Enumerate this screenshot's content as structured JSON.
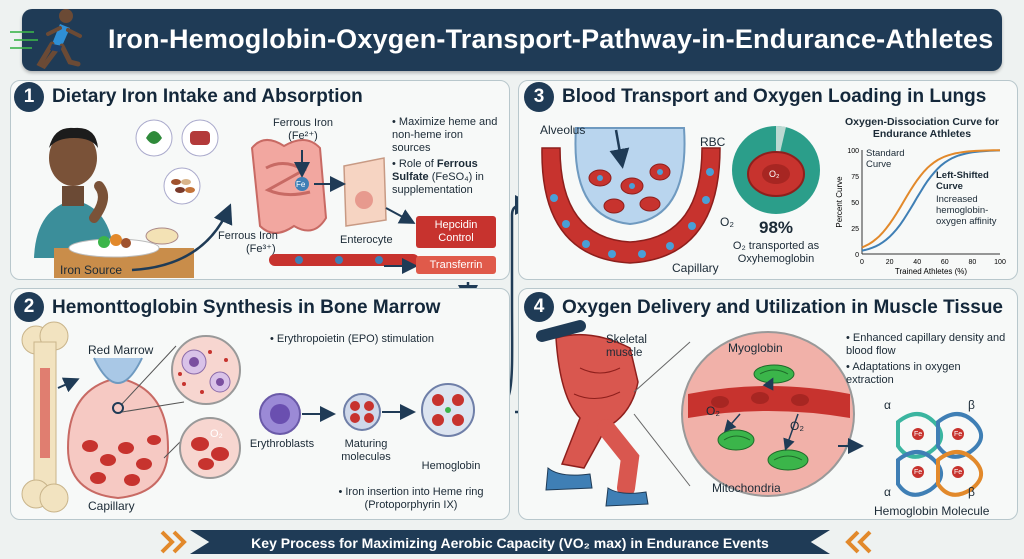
{
  "title": "Iron-Hemoglobin-Oxygen-Transport-Pathway-in-Endurance-Athletes",
  "panel1": {
    "number": "1",
    "title": "Dietary Iron Intake and Absorption",
    "ferrous_top": "Ferrous Iron",
    "ferrous_top_formula": "(Fe²⁺)",
    "fe_label": "Fe",
    "ferrous_bottom": "Ferrous Iron",
    "ferrous_bottom_formula": "(Fe³⁺)",
    "enterocyte": "Enterocyte",
    "iron_source": "Iron Source",
    "hepcidin": "Hepcidin Control",
    "transferrin": "Transferrin",
    "bullet1": "Maximize heme and non-heme iron sources",
    "bullet2_pre": "Role of ",
    "bullet2_bold": "Ferrous Sulfate",
    "bullet2_post": " (FeSO₄) in supplementation"
  },
  "panel2": {
    "number": "2",
    "title": "Hemonttoglobin Synthesis in Bone Marrow",
    "red_marrow": "Red Marrow",
    "capillary": "Capillary",
    "o2": "O₂",
    "epo": "Erythropoietin (EPO) stimulation",
    "erythroblasts": "Erythroblasts",
    "maturing": "Maturing moleculəs",
    "hemoglobin": "Hemoglobin",
    "iron_insertion": "Iron insertion into Heme ring (Protoporphyrin IX)"
  },
  "panel3": {
    "number": "3",
    "title": "Blood Transport and Oxygen Loading in Lungs",
    "alveolus": "Alveolus",
    "rbc": "RBC",
    "o2": "O₂",
    "capillary": "Capillary",
    "pie_label": "O₂",
    "percent": "98%",
    "percent_caption": "O₂ transported as Oxyhemoglobin",
    "curve_title": "Oxygen-Dissociation Curve for Endurance Athletes",
    "standard_curve": "Standard Curve",
    "left_shifted": "Left-Shifted Curve",
    "left_shifted_desc": "Increased hemoglobin-oxygen affinity",
    "y_axis": "Percent Curve",
    "x_axis": "Trained Athletes (%)",
    "x_ticks": [
      "0",
      "20",
      "40",
      "60",
      "80",
      "100"
    ],
    "y_ticks": [
      "100",
      "75",
      "50",
      "25",
      "0"
    ]
  },
  "panel4": {
    "number": "4",
    "title": "Oxygen Delivery and Utilization in Muscle Tissue",
    "skeletal_muscle": "Skeletal muscle",
    "myoglobin": "Myoglobin",
    "o2": "O₂",
    "mitochondria": "Mitochondria",
    "bullet1": "Enhanced capillary density and blood flow",
    "bullet2": "Adaptations in oxygen extraction",
    "alpha": "α",
    "beta": "β",
    "fe": "Fe",
    "hemoglobin_molecule": "Hemoglobin Molecule"
  },
  "bottom": "Key Process for Maximizing Aerobic Capacity (VO₂ max) in Endurance Events",
  "colors": {
    "navy": "#1f3b56",
    "blood_red": "#c7332e",
    "orange": "#e2892b",
    "blue": "#3f7fb5"
  }
}
